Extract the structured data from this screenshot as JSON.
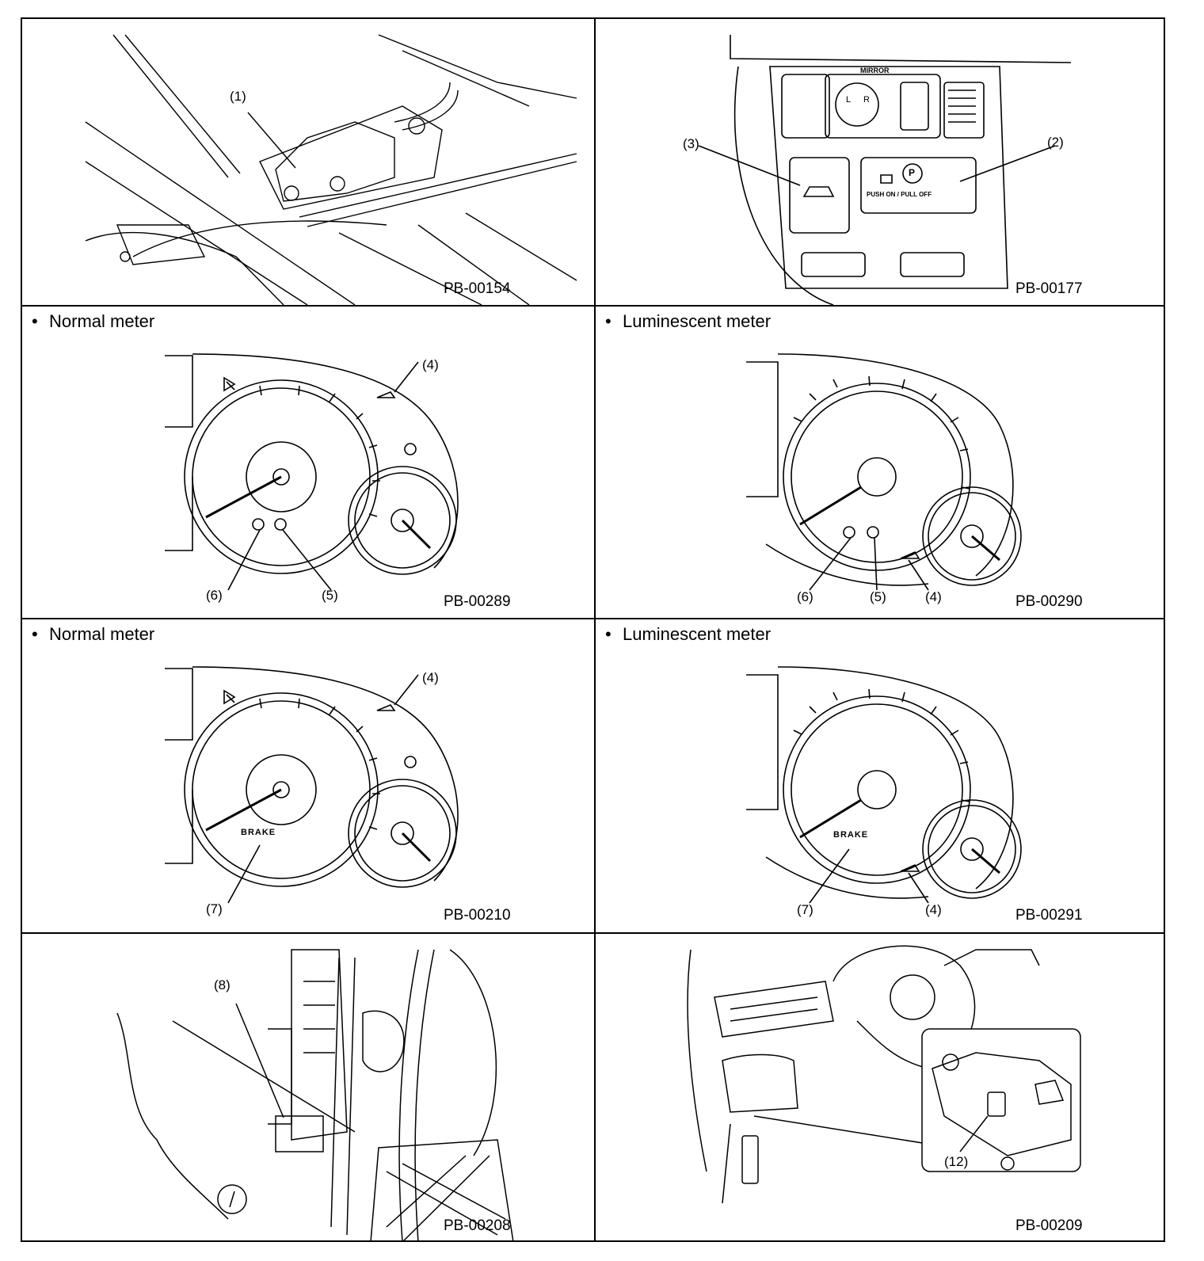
{
  "panels": [
    {
      "id": "p1",
      "heading": "",
      "code": "PB-00154",
      "callouts": [
        "(1)"
      ]
    },
    {
      "id": "p2",
      "heading": "",
      "code": "PB-00177",
      "callouts": [
        "(3)",
        "(2)"
      ],
      "labels": {
        "mirror": "MIRROR",
        "push": "PUSH ON / PULL OFF",
        "p_symbol": "P",
        "l": "L",
        "r": "R"
      }
    },
    {
      "id": "p3",
      "heading": "Normal meter",
      "code": "PB-00289",
      "callouts": [
        "(4)",
        "(6)",
        "(5)"
      ]
    },
    {
      "id": "p4",
      "heading": "Luminescent meter",
      "code": "PB-00290",
      "callouts": [
        "(6)",
        "(5)",
        "(4)"
      ]
    },
    {
      "id": "p5",
      "heading": "Normal meter",
      "code": "PB-00210",
      "callouts": [
        "(4)",
        "(7)"
      ],
      "labels": {
        "brake": "BRAKE"
      }
    },
    {
      "id": "p6",
      "heading": "Luminescent meter",
      "code": "PB-00291",
      "callouts": [
        "(7)",
        "(4)"
      ],
      "labels": {
        "brake": "BRAKE"
      }
    },
    {
      "id": "p7",
      "heading": "",
      "code": "PB-00208",
      "callouts": [
        "(8)"
      ]
    },
    {
      "id": "p8",
      "heading": "",
      "code": "PB-00209",
      "callouts": [
        "(12)"
      ]
    }
  ],
  "bullet": "•"
}
